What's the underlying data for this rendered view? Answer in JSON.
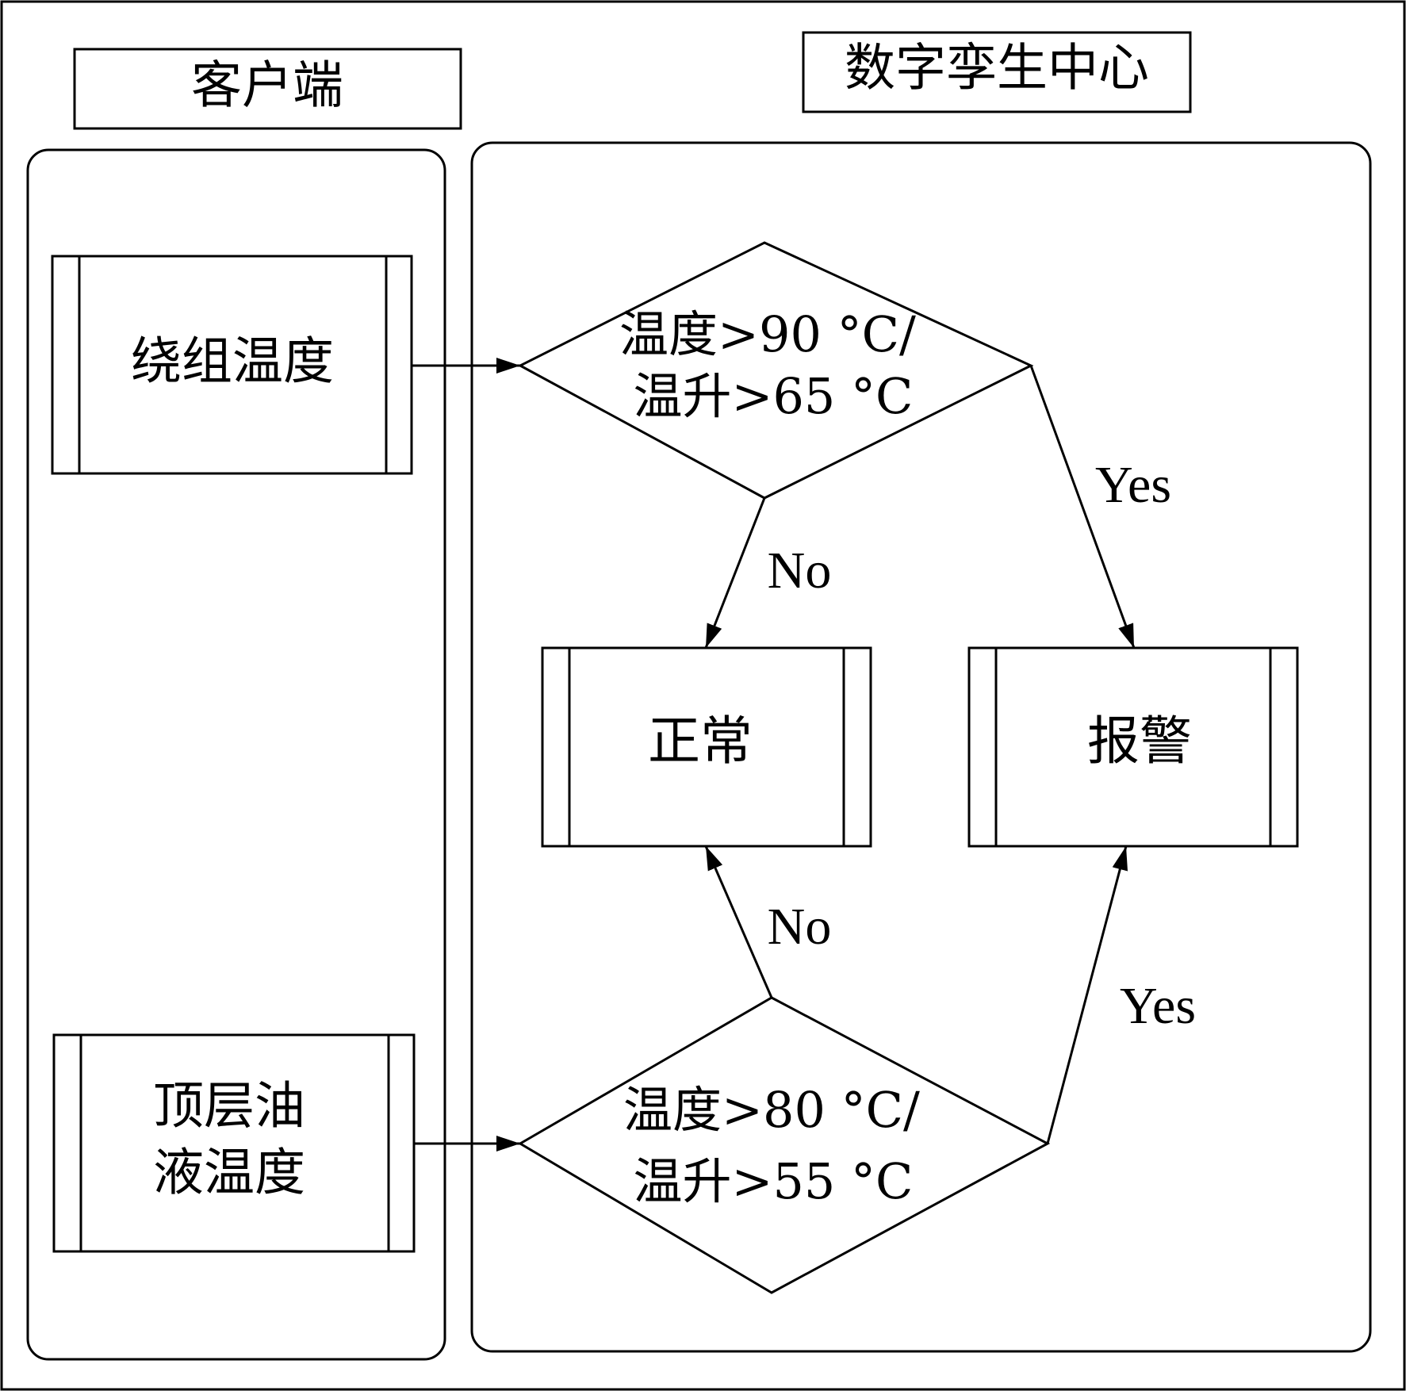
{
  "lanes": {
    "client": {
      "title": "客户端"
    },
    "digital_twin": {
      "title": "数字孪生中心"
    }
  },
  "inputs": {
    "winding_temperature": {
      "label": "绕组温度"
    },
    "top_oil_temperature": {
      "line1": "顶层油",
      "line2": "液温度"
    }
  },
  "decisions": {
    "winding": {
      "line1": "温度>90 °C/",
      "line2": "温升>65 °C"
    },
    "oil": {
      "line1": "温度>80 °C/",
      "line2": "温升>55 °C"
    }
  },
  "outcomes": {
    "normal": {
      "label": "正常"
    },
    "alarm": {
      "label": "报警"
    }
  },
  "edges": {
    "winding_no": "No",
    "winding_yes": "Yes",
    "oil_no": "No",
    "oil_yes": "Yes"
  }
}
